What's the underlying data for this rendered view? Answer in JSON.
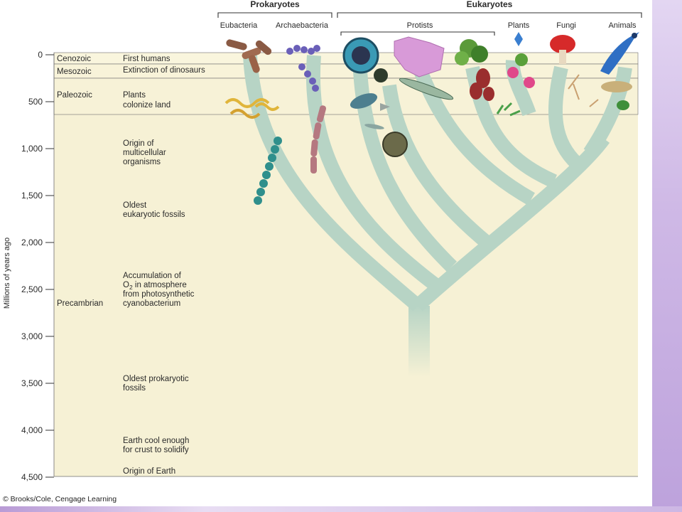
{
  "header": {
    "prokaryotes": "Prokaryotes",
    "eukaryotes": "Eukaryotes",
    "groups": [
      "Eubacteria",
      "Archaebacteria",
      "Protists",
      "Plants",
      "Fungi",
      "Animals"
    ]
  },
  "axis": {
    "label": "Millions of years ago",
    "ticks": [
      "0",
      "500",
      "1,000",
      "1,500",
      "2,000",
      "2,500",
      "3,000",
      "3,500",
      "4,000",
      "4,500"
    ]
  },
  "eras": {
    "cenozoic": "Cenozoic",
    "mesozoic": "Mesozoic",
    "paleozoic": "Paleozoic",
    "precambrian": "Precambrian"
  },
  "events": {
    "first_humans": "First humans",
    "extinction": "Extinction of dinosaurs",
    "plants_colonize": [
      "Plants",
      "colonize land"
    ],
    "multicellular": [
      "Origin of",
      "multicellular",
      "organisms"
    ],
    "eukaryotic_fossils": [
      "Oldest",
      "eukaryotic fossils"
    ],
    "oxygen": [
      "Accumulation of",
      "in atmosphere",
      "from photosynthetic",
      "cyanobacterium"
    ],
    "oxygen_formula": {
      "symbol": "O",
      "subscript": "2"
    },
    "prokaryotic_fossils": [
      "Oldest prokaryotic",
      "fossils"
    ],
    "earth_cool": [
      "Earth cool enough",
      "for crust to solidify"
    ],
    "origin_earth": "Origin of Earth"
  },
  "credit": "© Brooks/Cole, Cengage Learning",
  "colors": {
    "parchment": "#f6f1d5",
    "band": "#f8f3d9",
    "branch": "#b7d4c5",
    "bracket": "#333333",
    "slide_bg": "#c9b3e0"
  }
}
